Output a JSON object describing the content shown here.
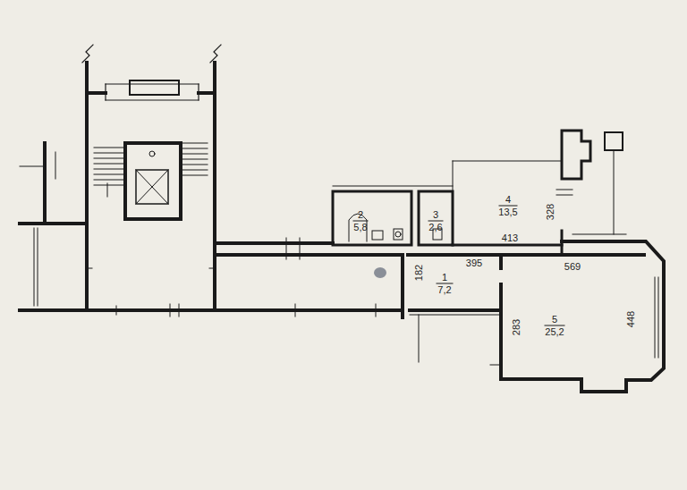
{
  "diagram": {
    "labels": [
      "2",
      "5,8",
      "3",
      "2,6",
      "4",
      "13,5",
      "328",
      "413",
      "395",
      "569",
      "182",
      "1",
      "7,2",
      "5",
      "25,2",
      "283",
      "448"
    ]
  }
}
